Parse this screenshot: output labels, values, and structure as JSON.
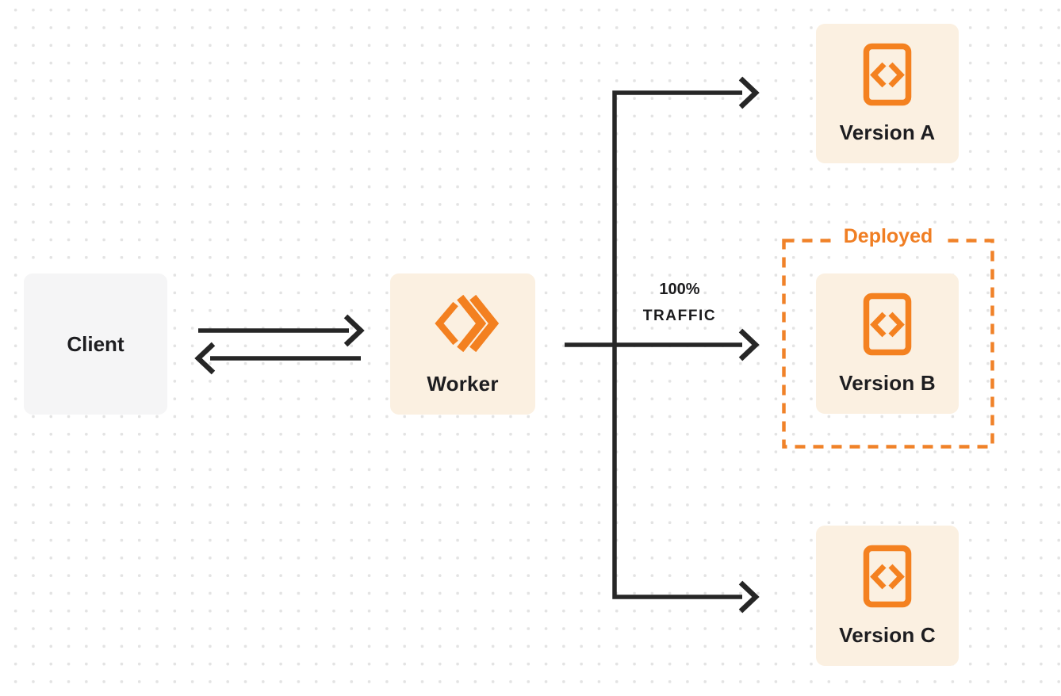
{
  "nodes": {
    "client": {
      "label": "Client"
    },
    "worker": {
      "label": "Worker"
    },
    "version_a": {
      "label": "Version A"
    },
    "version_b": {
      "label": "Version B"
    },
    "version_c": {
      "label": "Version C"
    }
  },
  "annotations": {
    "traffic_line1": "100%",
    "traffic_line2": "TRAFFIC",
    "deployed_label": "Deployed"
  },
  "icons": {
    "worker_icon": "workers-logo-icon",
    "version_icon": "code-file-icon"
  },
  "colors": {
    "accent_orange": "#F38020",
    "deployed_orange": "#F07E23",
    "box_cream": "#FBF0E1",
    "box_gray": "#F5F5F6",
    "connector_black": "#262626",
    "text_dark": "#1D1D20",
    "background_dot": "#E3E3E3",
    "background": "#FFFFFF"
  }
}
